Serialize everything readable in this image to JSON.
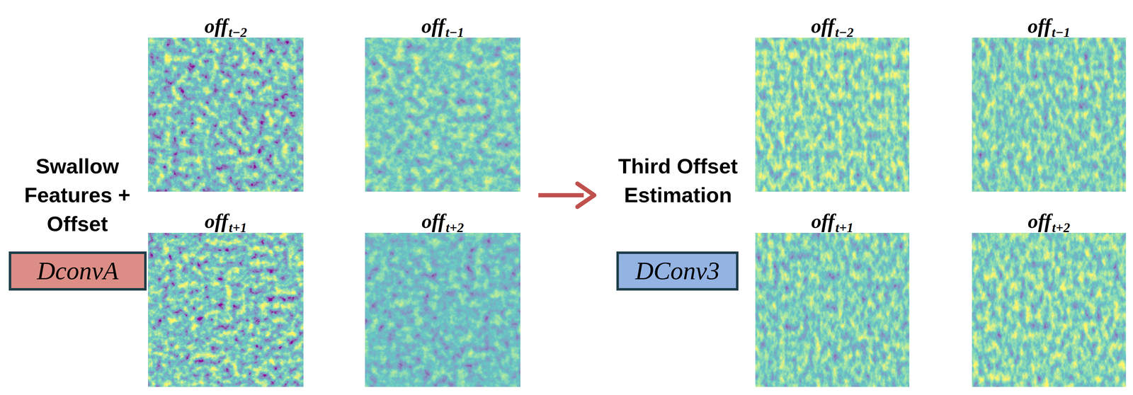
{
  "diagram": {
    "nodes": [
      {
        "text": [
          "off",
          "t−2"
        ]
      },
      {
        "text": [
          "off",
          "t−1"
        ]
      },
      {
        "text": [
          "off",
          "t+1"
        ]
      },
      {
        "text": [
          "off",
          "t+2"
        ]
      },
      {
        "text": [
          "DconvA"
        ]
      },
      {
        "text": [
          "off",
          "t−2"
        ]
      },
      {
        "text": [
          "off",
          "t−1"
        ]
      },
      {
        "text": [
          "off",
          "t+1"
        ]
      },
      {
        "text": [
          "off",
          "t+2"
        ]
      },
      {
        "text": [
          "DConv3"
        ]
      }
    ],
    "labels": [
      "Swallow Features + Offset",
      "Third Offset Estimation"
    ]
  }
}
